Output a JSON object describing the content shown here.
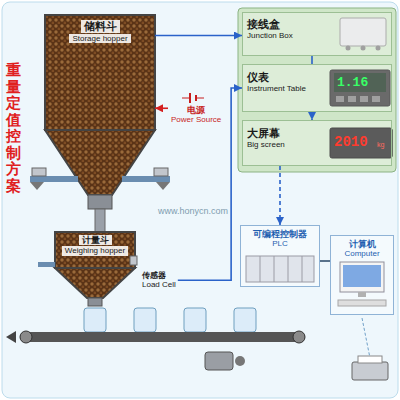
{
  "diagram": {
    "title": "重量定值控制方案",
    "nodes": [
      {
        "text": [
          "储料斗",
          "Storage hopper"
        ]
      },
      {
        "text": [
          "电源",
          "Power Source"
        ]
      },
      {
        "text": [
          "接线盒",
          "Junction Box"
        ]
      },
      {
        "text": [
          "仪表",
          "Instrument Table"
        ]
      },
      {
        "text": [
          "大屏幕",
          "Big screen"
        ]
      },
      {
        "text": [
          "计量斗",
          "Weighing hopper"
        ]
      },
      {
        "text": [
          "传感器",
          "Load Cell"
        ]
      },
      {
        "text": [
          "可编程控制器",
          "PLC"
        ]
      },
      {
        "text": [
          "计算机",
          "Computer"
        ]
      }
    ],
    "edges": [
      {
        "from": 1,
        "to": 0,
        "arrow": "to"
      },
      {
        "from": 0,
        "to": 2,
        "arrow": "to"
      },
      {
        "from": 2,
        "to": 3,
        "arrow": "none"
      },
      {
        "from": 3,
        "to": 4,
        "arrow": "to"
      },
      {
        "from": 6,
        "to": 3,
        "arrow": "to"
      },
      {
        "from": 4,
        "to": 7,
        "arrow": "to"
      },
      {
        "from": 7,
        "to": 8,
        "arrow": "none"
      }
    ],
    "labels": [
      "1.16",
      "2010",
      "kg",
      "www.honycn.com"
    ]
  }
}
